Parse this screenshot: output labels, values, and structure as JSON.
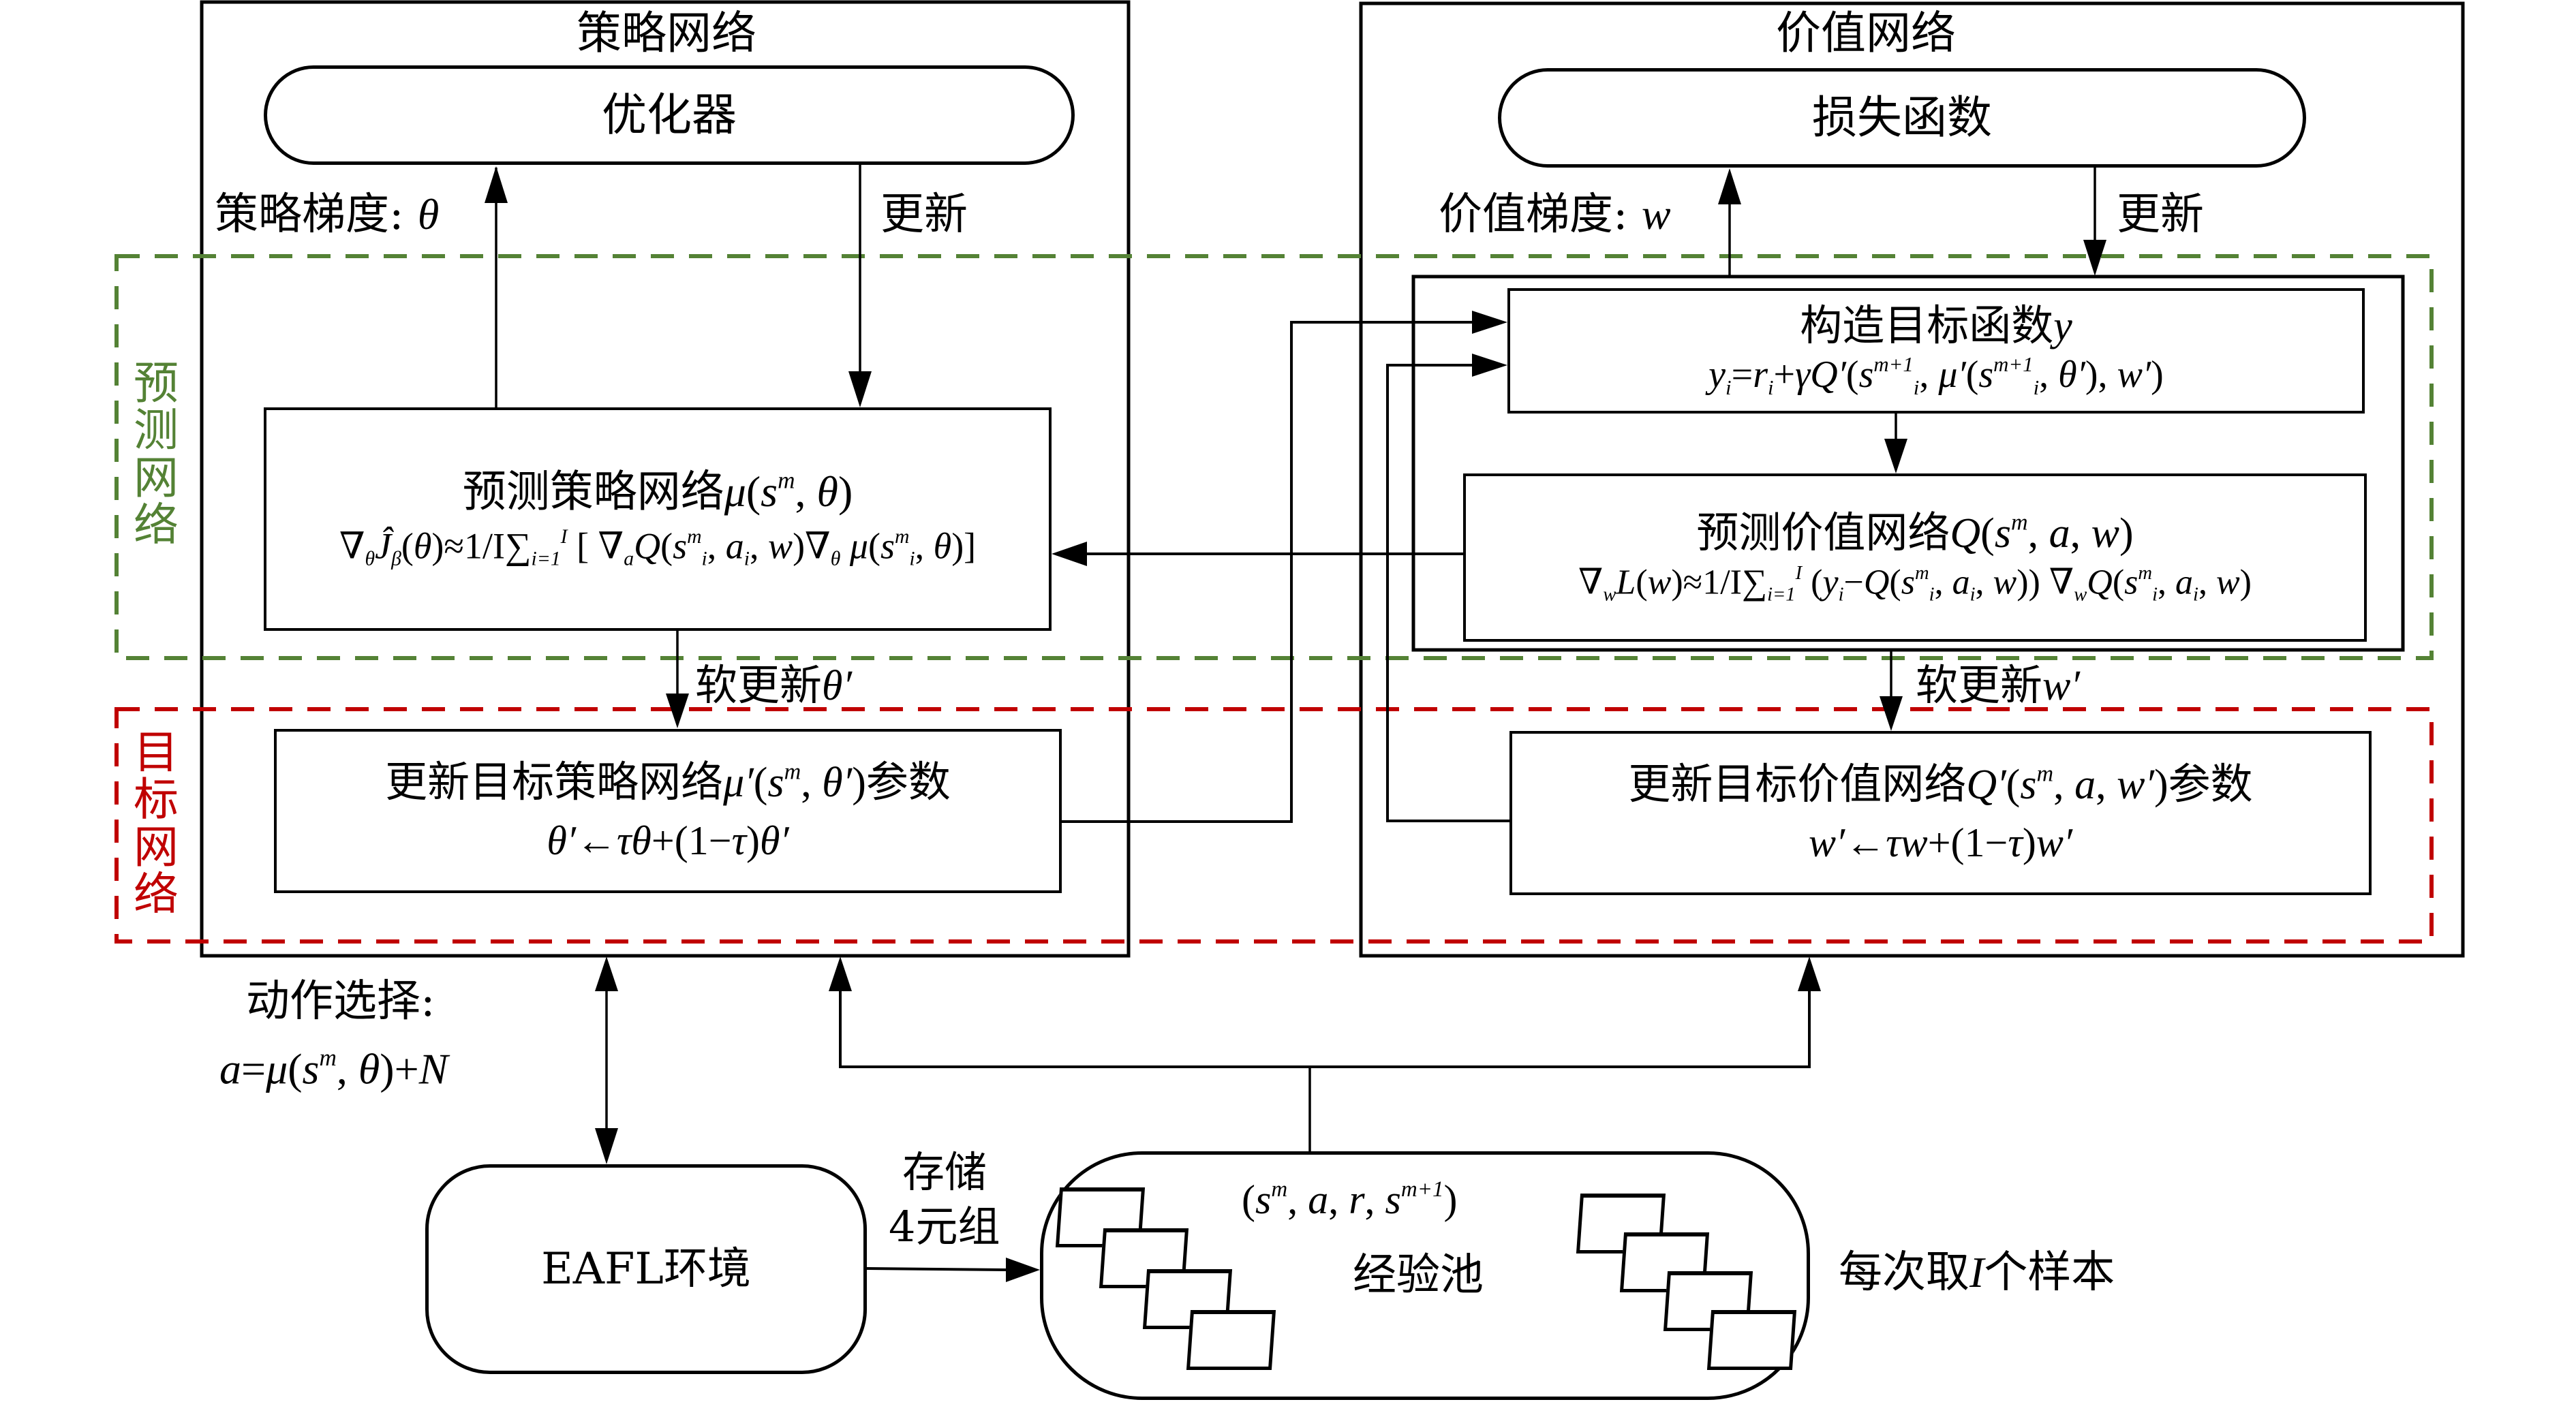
{
  "colors": {
    "line": "#000000",
    "prediction_group": "#548235",
    "target_group": "#c00000",
    "background": "#ffffff"
  },
  "policy_network": {
    "title": "策略网络",
    "optimizer": "优化器",
    "gradient_label": "策略梯度: ",
    "gradient_symbol": "θ",
    "update_label": "更新",
    "predict_box": {
      "title_cn": "预测策略网络",
      "title_math": [
        [
          "μ",
          "i"
        ],
        [
          "(",
          "n"
        ],
        [
          "s",
          "i"
        ],
        [
          "m",
          "sup"
        ],
        [
          ", ",
          "n"
        ],
        [
          "θ",
          "i"
        ],
        [
          ")",
          "n"
        ]
      ],
      "formula": [
        [
          "∇",
          "n"
        ],
        [
          "θ",
          "sub"
        ],
        [
          "Ĵ",
          "i"
        ],
        [
          "β",
          "sub"
        ],
        [
          "(",
          "n"
        ],
        [
          "θ",
          "i"
        ],
        [
          ")",
          "n"
        ],
        [
          "≈",
          "n"
        ],
        [
          "1/I",
          "n"
        ],
        [
          "∑",
          "n"
        ],
        [
          "i=1",
          "sub"
        ],
        [
          "I",
          "sup"
        ],
        [
          " [ ∇",
          "n"
        ],
        [
          "a",
          "sub"
        ],
        [
          "Q",
          "i"
        ],
        [
          "(",
          "n"
        ],
        [
          "s",
          "i"
        ],
        [
          "m",
          "sup"
        ],
        [
          "i",
          "sub"
        ],
        [
          ", ",
          "n"
        ],
        [
          "a",
          "i"
        ],
        [
          "i",
          "sub"
        ],
        [
          ", ",
          "n"
        ],
        [
          "w",
          "i"
        ],
        [
          ")∇",
          "n"
        ],
        [
          "θ",
          "sub"
        ],
        [
          " ",
          "n"
        ],
        [
          "μ",
          "i"
        ],
        [
          "(",
          "n"
        ],
        [
          "s",
          "i"
        ],
        [
          "m",
          "sup"
        ],
        [
          "i",
          "sub"
        ],
        [
          ", ",
          "n"
        ],
        [
          "θ",
          "i"
        ],
        [
          ")]",
          "n"
        ]
      ]
    },
    "soft_update_label": "软更新",
    "soft_update_symbol": "θ′",
    "target_box": {
      "title_cn": "更新目标策略网络",
      "title_math": [
        [
          "μ′",
          "i"
        ],
        [
          "(",
          "n"
        ],
        [
          "s",
          "i"
        ],
        [
          "m",
          "sup"
        ],
        [
          ", ",
          "n"
        ],
        [
          "θ′",
          "i"
        ],
        [
          ")",
          "n"
        ]
      ],
      "title_suffix": "参数",
      "formula": [
        [
          "θ′",
          "i"
        ],
        [
          "←",
          "n"
        ],
        [
          "τθ",
          "i"
        ],
        [
          "+(1−",
          "n"
        ],
        [
          "τ",
          "i"
        ],
        [
          ")",
          "n"
        ],
        [
          "θ′",
          "i"
        ]
      ]
    }
  },
  "value_network": {
    "title": "价值网络",
    "loss": "损失函数",
    "gradient_label": "价值梯度: ",
    "gradient_symbol": "w",
    "update_label": "更新",
    "construct_box": {
      "title_cn": "构造目标函数",
      "title_math": [
        [
          "y",
          "i"
        ]
      ],
      "formula": [
        [
          "y",
          "i"
        ],
        [
          "i",
          "sub"
        ],
        [
          "=",
          "n"
        ],
        [
          "r",
          "i"
        ],
        [
          "i",
          "sub"
        ],
        [
          "+",
          "n"
        ],
        [
          "γQ′",
          "i"
        ],
        [
          "(",
          "n"
        ],
        [
          "s",
          "i"
        ],
        [
          "m+1",
          "sup"
        ],
        [
          "i",
          "sub"
        ],
        [
          ", ",
          "n"
        ],
        [
          "μ′",
          "i"
        ],
        [
          "(",
          "n"
        ],
        [
          "s",
          "i"
        ],
        [
          "m+1",
          "sup"
        ],
        [
          "i",
          "sub"
        ],
        [
          ", ",
          "n"
        ],
        [
          "θ′",
          "i"
        ],
        [
          "), ",
          "n"
        ],
        [
          "w′",
          "i"
        ],
        [
          ")",
          "n"
        ]
      ]
    },
    "predict_box": {
      "title_cn": "预测价值网络",
      "title_math": [
        [
          "Q",
          "i"
        ],
        [
          "(",
          "n"
        ],
        [
          "s",
          "i"
        ],
        [
          "m",
          "sup"
        ],
        [
          ", ",
          "n"
        ],
        [
          "a",
          "i"
        ],
        [
          ", ",
          "n"
        ],
        [
          "w",
          "i"
        ],
        [
          ")",
          "n"
        ]
      ],
      "formula": [
        [
          "∇",
          "n"
        ],
        [
          "w",
          "sub"
        ],
        [
          "L",
          "i"
        ],
        [
          "(",
          "n"
        ],
        [
          "w",
          "i"
        ],
        [
          ")",
          "n"
        ],
        [
          "≈",
          "n"
        ],
        [
          "1/I",
          "n"
        ],
        [
          "∑",
          "n"
        ],
        [
          "i=1",
          "sub"
        ],
        [
          "I",
          "sup"
        ],
        [
          " (",
          "n"
        ],
        [
          "y",
          "i"
        ],
        [
          "i",
          "sub"
        ],
        [
          "−",
          "n"
        ],
        [
          "Q",
          "i"
        ],
        [
          "(",
          "n"
        ],
        [
          "s",
          "i"
        ],
        [
          "m",
          "sup"
        ],
        [
          "i",
          "sub"
        ],
        [
          ", ",
          "n"
        ],
        [
          "a",
          "i"
        ],
        [
          "i",
          "sub"
        ],
        [
          ", ",
          "n"
        ],
        [
          "w",
          "i"
        ],
        [
          ")) ∇",
          "n"
        ],
        [
          "w",
          "sub"
        ],
        [
          "Q",
          "i"
        ],
        [
          "(",
          "n"
        ],
        [
          "s",
          "i"
        ],
        [
          "m",
          "sup"
        ],
        [
          "i",
          "sub"
        ],
        [
          ", ",
          "n"
        ],
        [
          "a",
          "i"
        ],
        [
          "i",
          "sub"
        ],
        [
          ", ",
          "n"
        ],
        [
          "w",
          "i"
        ],
        [
          ")",
          "n"
        ]
      ]
    },
    "soft_update_label": "软更新",
    "soft_update_symbol": "w′",
    "target_box": {
      "title_cn": "更新目标价值网络",
      "title_math": [
        [
          "Q′",
          "i"
        ],
        [
          "(",
          "n"
        ],
        [
          "s",
          "i"
        ],
        [
          "m",
          "sup"
        ],
        [
          ", ",
          "n"
        ],
        [
          "a",
          "i"
        ],
        [
          ", ",
          "n"
        ],
        [
          "w′",
          "i"
        ],
        [
          ")",
          "n"
        ]
      ],
      "title_suffix": "参数",
      "formula": [
        [
          "w′",
          "i"
        ],
        [
          "←",
          "n"
        ],
        [
          "τw",
          "i"
        ],
        [
          "+(1−",
          "n"
        ],
        [
          "τ",
          "i"
        ],
        [
          ")",
          "n"
        ],
        [
          "w′",
          "i"
        ]
      ]
    }
  },
  "groups": {
    "prediction": "预测网络",
    "target": "目标网络"
  },
  "action": {
    "label": "动作选择:",
    "formula": [
      [
        "a",
        "i"
      ],
      [
        "=",
        "n"
      ],
      [
        "μ",
        "i"
      ],
      [
        "(",
        "n"
      ],
      [
        "s",
        "i"
      ],
      [
        "m",
        "sup"
      ],
      [
        ", ",
        "n"
      ],
      [
        "θ",
        "i"
      ],
      [
        ")+",
        "n"
      ],
      [
        "N",
        "i"
      ]
    ]
  },
  "environment": {
    "label": "EAFL环境"
  },
  "storage": {
    "line1": "存储",
    "line2": "4元组"
  },
  "replay_pool": {
    "tuple": [
      [
        "(",
        "n"
      ],
      [
        "s",
        "i"
      ],
      [
        "m",
        "sup"
      ],
      [
        ", ",
        "n"
      ],
      [
        "a",
        "i"
      ],
      [
        ", ",
        "n"
      ],
      [
        "r",
        "i"
      ],
      [
        ", ",
        "n"
      ],
      [
        "s",
        "i"
      ],
      [
        "m+1",
        "sup"
      ],
      [
        ")",
        "n"
      ]
    ],
    "label": "经验池",
    "left_papers": 4,
    "right_papers": 4
  },
  "sampling": {
    "label_pre": "每次取",
    "label_symbol": "I",
    "label_post": "个样本"
  }
}
